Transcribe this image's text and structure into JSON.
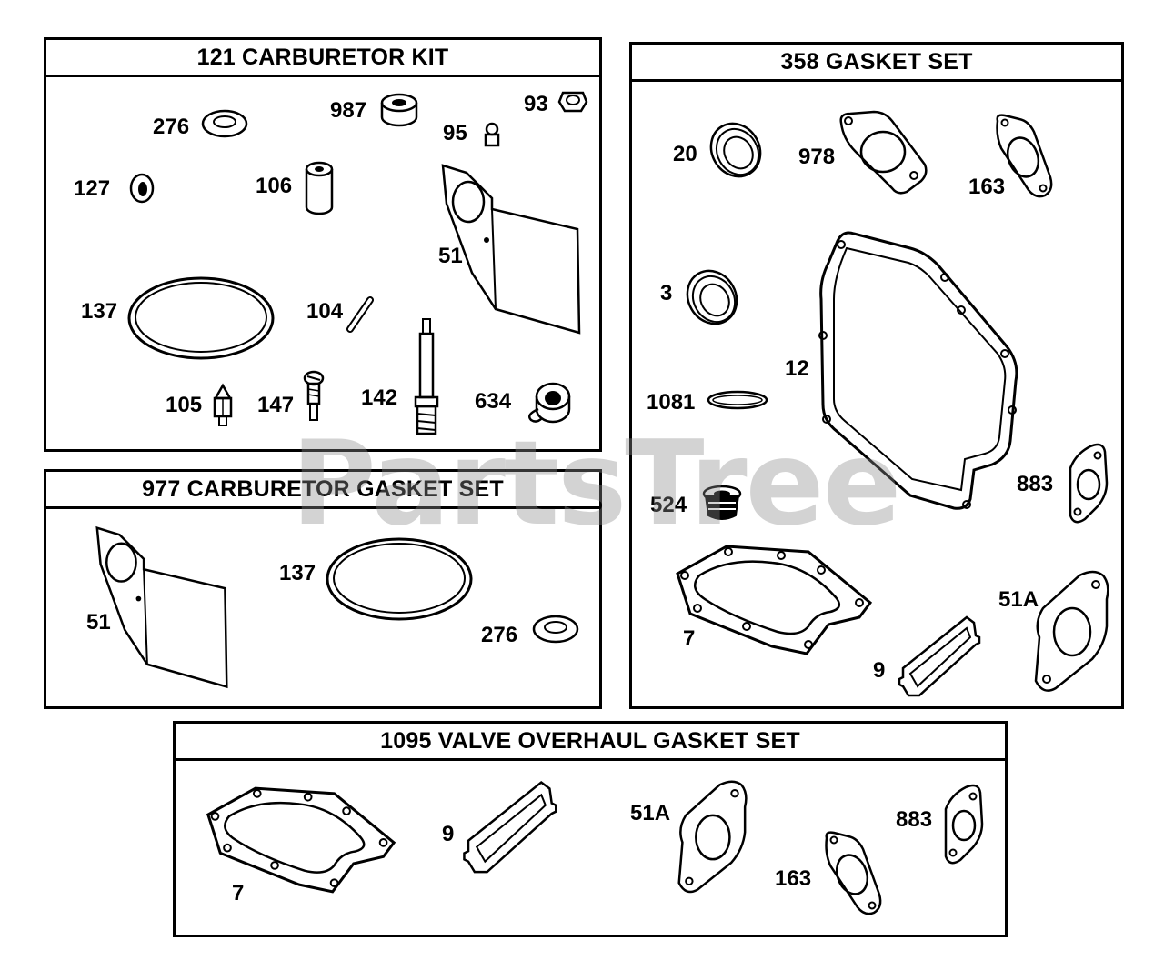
{
  "watermark": "PartsTree",
  "panels": {
    "carburetor_kit": {
      "title": "121 CARBURETOR KIT",
      "labels": [
        "276",
        "987",
        "95",
        "93",
        "127",
        "106",
        "51",
        "137",
        "104",
        "105",
        "147",
        "142",
        "634"
      ]
    },
    "carburetor_gasket_set": {
      "title": "977 CARBURETOR GASKET SET",
      "labels": [
        "51",
        "137",
        "276"
      ]
    },
    "gasket_set": {
      "title": "358 GASKET SET",
      "labels": [
        "20",
        "978",
        "163",
        "3",
        "12",
        "1081",
        "883",
        "524",
        "51A",
        "7",
        "9"
      ]
    },
    "valve_overhaul_gasket_set": {
      "title": "1095 VALVE OVERHAUL GASKET SET",
      "labels": [
        "7",
        "9",
        "51A",
        "163",
        "883"
      ]
    }
  }
}
